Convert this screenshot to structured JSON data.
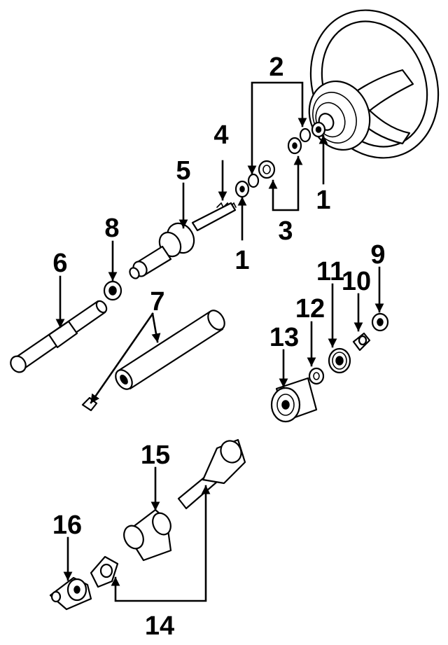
{
  "callouts": {
    "c1a": "1",
    "c1b": "1",
    "c2": "2",
    "c3": "3",
    "c4": "4",
    "c5": "5",
    "c6": "6",
    "c7": "7",
    "c8": "8",
    "c9": "9",
    "c10": "10",
    "c11": "11",
    "c12": "12",
    "c13": "13",
    "c14": "14",
    "c15": "15",
    "c16": "16"
  },
  "colors": {
    "ink": "#000000",
    "paper": "#ffffff"
  }
}
